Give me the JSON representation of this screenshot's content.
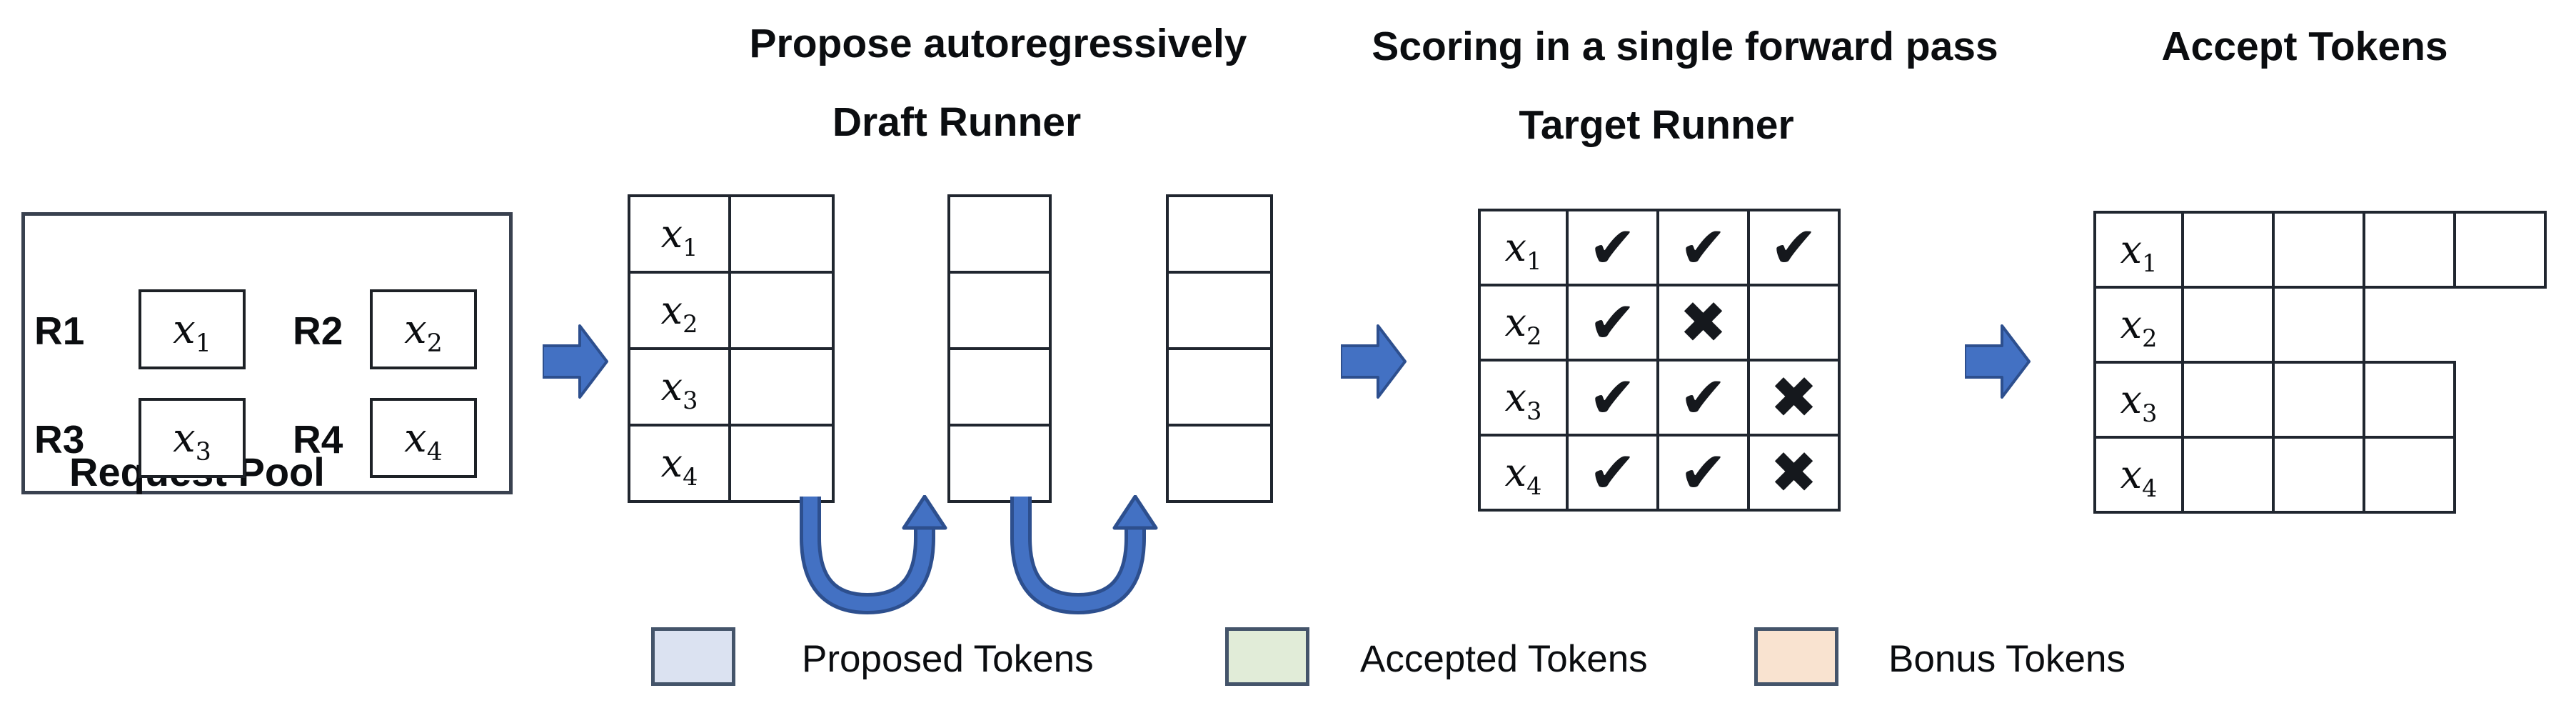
{
  "titles": {
    "propose": "Propose autoregressively",
    "draft_runner": "Draft Runner",
    "scoring": "Scoring in a single forward pass",
    "target_runner": "Target Runner",
    "accept": "Accept Tokens"
  },
  "request_pool": {
    "title": "Request Pool",
    "requests": [
      {
        "id": "R1",
        "token": {
          "base": "x",
          "sub": "1"
        }
      },
      {
        "id": "R2",
        "token": {
          "base": "x",
          "sub": "2"
        }
      },
      {
        "id": "R3",
        "token": {
          "base": "x",
          "sub": "3"
        }
      },
      {
        "id": "R4",
        "token": {
          "base": "x",
          "sub": "4"
        }
      }
    ]
  },
  "draft": {
    "row_labels": [
      {
        "base": "x",
        "sub": "1"
      },
      {
        "base": "x",
        "sub": "2"
      },
      {
        "base": "x",
        "sub": "3"
      },
      {
        "base": "x",
        "sub": "4"
      }
    ],
    "proposal_columns": 3
  },
  "target": {
    "row_labels": [
      {
        "base": "x",
        "sub": "1"
      },
      {
        "base": "x",
        "sub": "2"
      },
      {
        "base": "x",
        "sub": "3"
      },
      {
        "base": "x",
        "sub": "4"
      }
    ],
    "score_rows": [
      [
        "check",
        "check",
        "check"
      ],
      [
        "check",
        "cross",
        "blank"
      ],
      [
        "check",
        "check",
        "cross"
      ],
      [
        "check",
        "check",
        "cross"
      ]
    ]
  },
  "accept": {
    "row_labels": [
      {
        "base": "x",
        "sub": "1"
      },
      {
        "base": "x",
        "sub": "2"
      },
      {
        "base": "x",
        "sub": "3"
      },
      {
        "base": "x",
        "sub": "4"
      }
    ],
    "rows": [
      [
        "accepted",
        "accepted",
        "accepted",
        "bonus"
      ],
      [
        "accepted",
        "bonus",
        "none",
        "none"
      ],
      [
        "accepted",
        "accepted",
        "bonus",
        "none"
      ],
      [
        "accepted",
        "accepted",
        "bonus",
        "none"
      ]
    ]
  },
  "legend": [
    {
      "key": "proposed",
      "label": "Proposed Tokens",
      "color": "#dbe2f1"
    },
    {
      "key": "accepted",
      "label": "Accepted Tokens",
      "color": "#e1ecd8"
    },
    {
      "key": "bonus",
      "label": "Bonus Tokens",
      "color": "#f9e3d0"
    }
  ],
  "marks": {
    "check": "✔",
    "cross": "✖",
    "blank": ""
  },
  "colors": {
    "proposed": "#dbe2f1",
    "accepted": "#e1ecd8",
    "bonus": "#f9e3d0",
    "grid_border": "#20262f",
    "arrow_fill": "#4371c3",
    "arrow_edge": "#2d4f8e"
  }
}
